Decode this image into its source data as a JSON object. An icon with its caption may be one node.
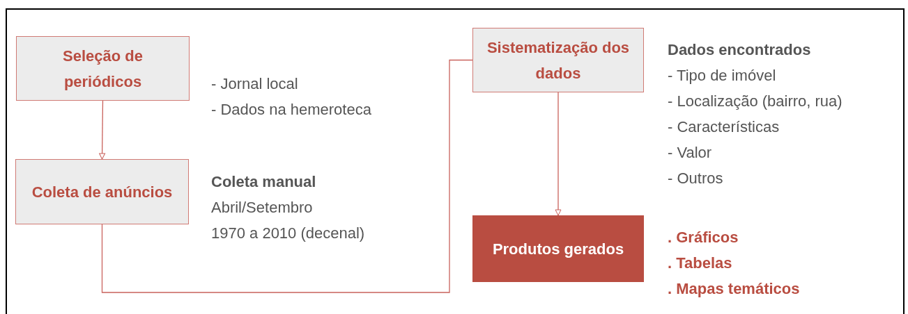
{
  "diagram": {
    "nodes": [
      {
        "text": [
          "Seleção de periódicos"
        ],
        "beside": [
          "- Jornal local",
          "- Dados na hemeroteca"
        ]
      },
      {
        "text": [
          "Coleta de anúncios"
        ],
        "beside": [
          "Coleta manual",
          "Abril/Setembro",
          "1970 a 2010 (decenal)"
        ]
      },
      {
        "text": [
          "Sistematização dos dados"
        ],
        "beside": [
          "Dados encontrados",
          "- Tipo de imóvel",
          "- Localização (bairro, rua)",
          "- Características",
          "- Valor",
          "- Outros"
        ]
      },
      {
        "text": [
          "Produtos gerados"
        ],
        "beside": [
          ". Gráficos",
          ". Tabelas",
          ". Mapas temáticos"
        ]
      }
    ],
    "edges": [
      {
        "from": 0,
        "to": 1,
        "arrow": "to"
      },
      {
        "from": 1,
        "to": 2,
        "arrow": "none"
      },
      {
        "from": 2,
        "to": 3,
        "arrow": "to"
      }
    ]
  }
}
